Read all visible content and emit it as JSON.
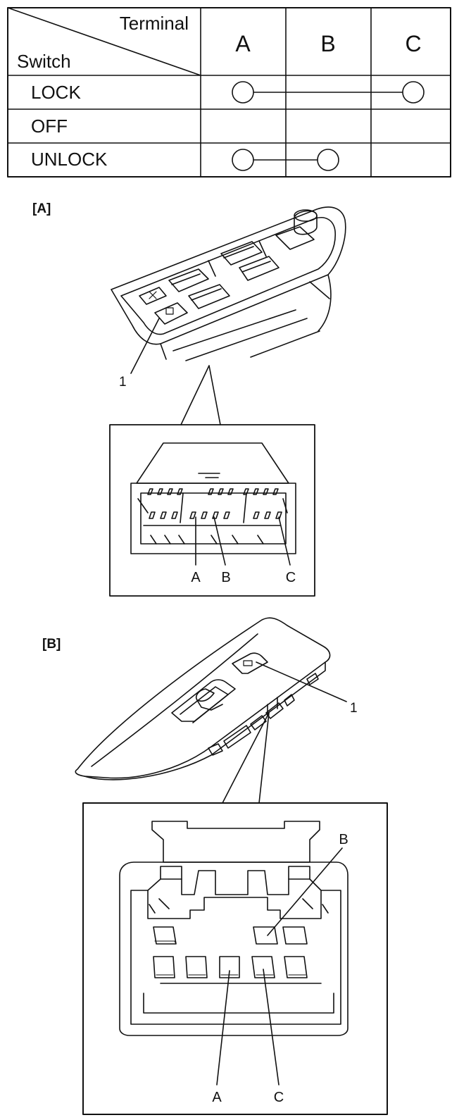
{
  "table": {
    "header_terminal": "Terminal",
    "header_switch": "Switch",
    "terminals": [
      "A",
      "B",
      "C"
    ],
    "rows": [
      {
        "label": "LOCK",
        "connected": [
          "A",
          "C"
        ]
      },
      {
        "label": "OFF",
        "connected": []
      },
      {
        "label": "UNLOCK",
        "connected": [
          "A",
          "B"
        ]
      }
    ]
  },
  "figure_a": {
    "label": "[A]",
    "callout": "1",
    "pins": {
      "a": "A",
      "b": "B",
      "c": "C"
    }
  },
  "figure_b": {
    "label": "[B]",
    "callout": "1",
    "pins": {
      "a": "A",
      "b": "B",
      "c": "C"
    }
  }
}
